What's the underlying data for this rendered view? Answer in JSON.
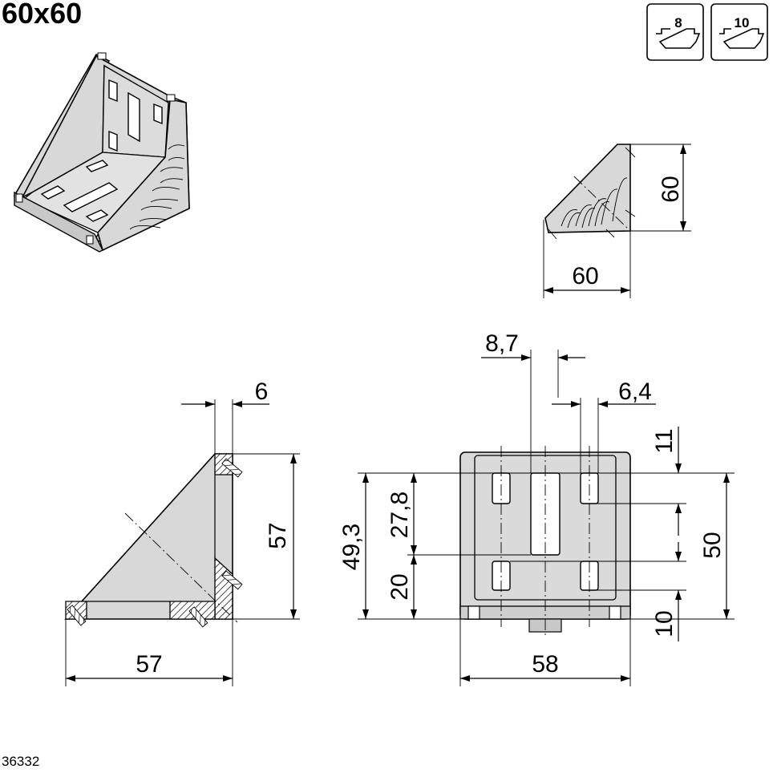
{
  "title": "60x60",
  "catalog_number": "36332",
  "slot_badges": [
    {
      "label": "8"
    },
    {
      "label": "10"
    }
  ],
  "dimensions": {
    "side_height": "60",
    "side_width": "60",
    "wall_thickness": "6",
    "front_height": "57",
    "front_width": "57",
    "hole_offset_1": "8,7",
    "hole_offset_2": "6,4",
    "top_offset": "11",
    "overall_height": "49,3",
    "slot_length": "27,8",
    "bottom_spacing": "20",
    "base_height": "10",
    "hole_pitch": "50",
    "base_width": "58"
  }
}
